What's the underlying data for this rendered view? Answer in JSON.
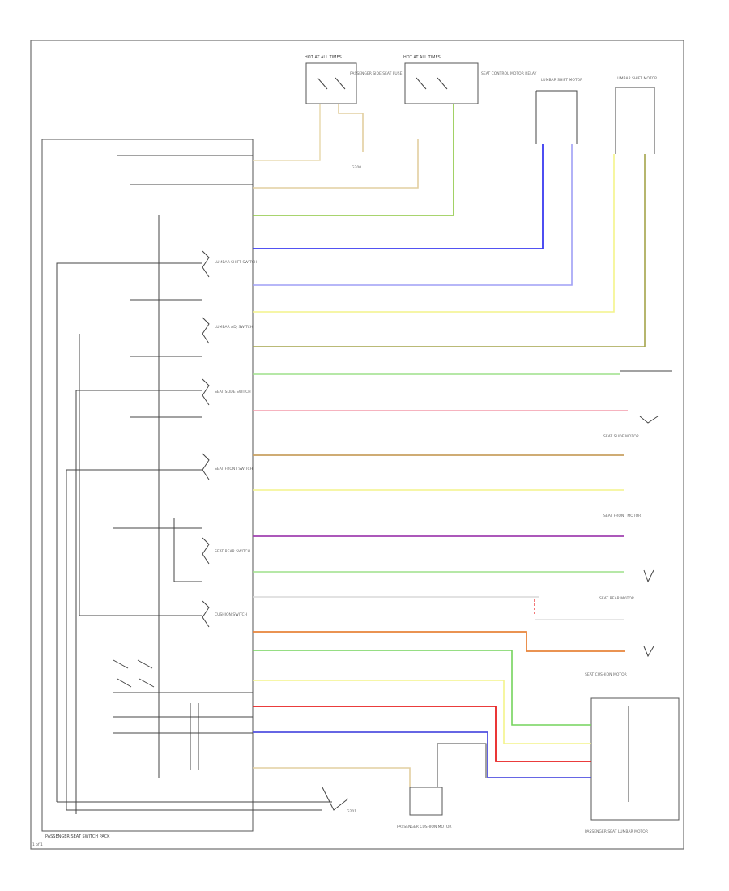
{
  "colors": {
    "cream": "#e9dcb4",
    "tan": "#e2cfa0",
    "green": "#8cc63f",
    "blue": "#3a3af0",
    "lightblue": "#9f9ff5",
    "yellow": "#f4f48a",
    "olive": "#a4a44a",
    "lightgreen": "#9ee08a",
    "pink": "#f49aaa",
    "brown": "#c8a060",
    "purple": "#a040b0",
    "lightgray": "#d8d8d8",
    "orange": "#e8843a",
    "brightgreen": "#74d45c",
    "red": "#e82020",
    "navy": "#5050e0"
  },
  "labels": {
    "top_fuse_1": "HOT AT ALL TIMES",
    "top_fuse_2": "HOT AT ALL TIMES",
    "fuse_1_desc": "PASSENGER SIDE SEAT FUSE",
    "fuse_2_desc": "SEAT CONTROL MOTOR RELAY",
    "motor_1": "LUMBAR SHIFT MOTOR",
    "motor_2": "LUMBAR SHIFT MOTOR",
    "ground_1": "G200",
    "main_module": "PASSENGER SEAT SWITCH PACK",
    "sw_1": "LUMBAR SHIFT SWITCH",
    "sw_2": "LUMBAR ADJ SWITCH",
    "sw_3": "SEAT SLIDE SWITCH",
    "sw_4": "SEAT FRONT SWITCH",
    "sw_5": "SEAT REAR SWITCH",
    "sw_6": "CUSHION SWITCH",
    "right_1": "SEAT SLIDE MOTOR",
    "right_2": "SEAT FRONT MOTOR",
    "right_3": "SEAT REAR MOTOR",
    "right_4": "SEAT CUSHION MOTOR",
    "bottom_ground": "G201",
    "bottom_motor": "PASSENGER CUSHION MOTOR",
    "bottom_right": "PASSENGER SEAT LUMBAR MOTOR",
    "page_mark": "1 of 1"
  }
}
